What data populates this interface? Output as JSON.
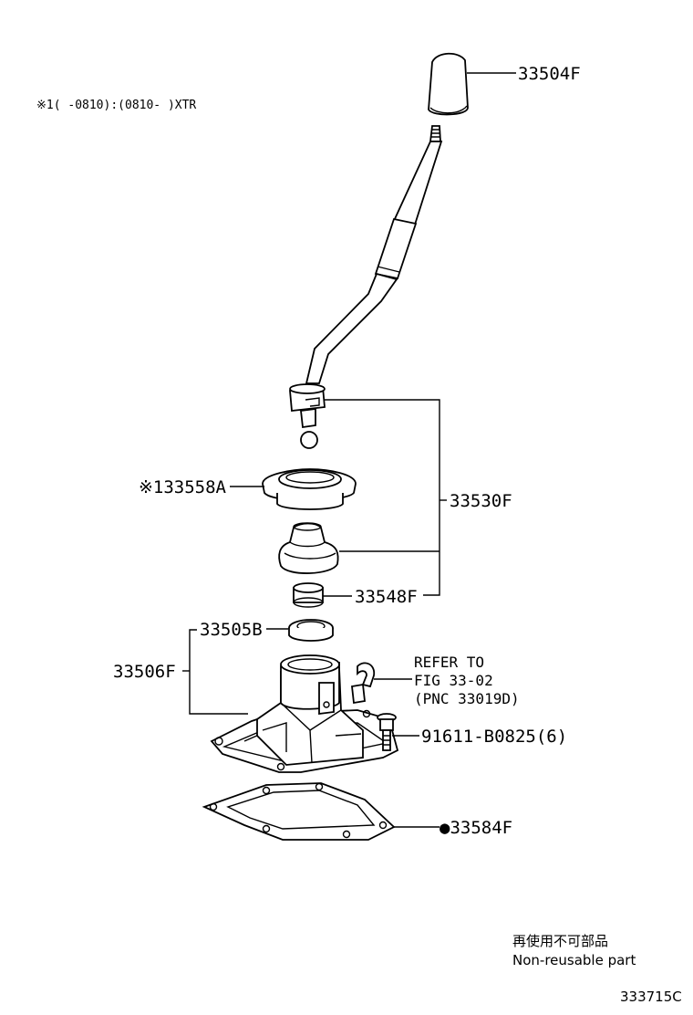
{
  "note": "※1(    -0810):(0810-    )XTR",
  "labels": {
    "knob": "33504F",
    "shift_lever_assy": "33530F",
    "retainer": "※133558A",
    "bushing": "33548F",
    "seal": "33505B",
    "housing": "33506F",
    "bolt": "91611-B0825(6)",
    "gasket": "●33584F"
  },
  "refer": {
    "line1": "REFER TO",
    "line2": "FIG 33-02",
    "line3": "(PNC 33019D)"
  },
  "legend": {
    "jp": "再使用不可部品",
    "en": "Non-reusable part"
  },
  "figure_code": "333715C"
}
